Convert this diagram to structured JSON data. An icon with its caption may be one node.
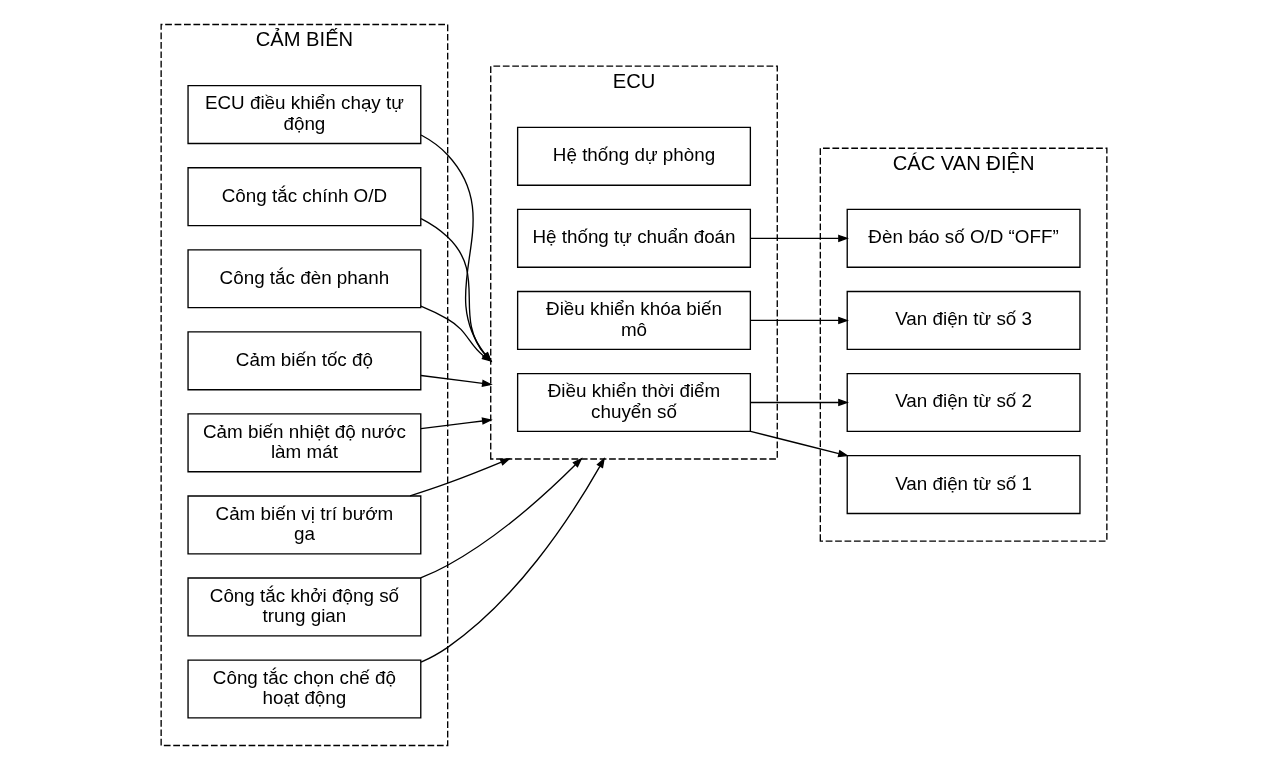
{
  "diagram": {
    "nodes": [
      {
        "text": [
          "CẢM BIẾN"
        ]
      },
      {
        "text": [
          "Công tắc chọn chế độ hoạt động"
        ],
        "in": 0
      },
      {
        "text": [
          "Công tắc khởi động số trung gian"
        ],
        "in": 0
      },
      {
        "text": [
          "Cảm biến vị trí bướm ga"
        ],
        "in": 0
      },
      {
        "text": [
          "Cảm biến nhiệt độ nước làm mát"
        ],
        "in": 0
      },
      {
        "text": [
          "Cảm biến tốc độ"
        ],
        "in": 0
      },
      {
        "text": [
          "Công tắc đèn phanh"
        ],
        "in": 0
      },
      {
        "text": [
          "Công tắc chính O/D"
        ],
        "in": 0
      },
      {
        "text": [
          "ECU điều khiển chạy tự động"
        ],
        "in": 0
      },
      {
        "text": [
          "ECU"
        ]
      },
      {
        "text": [
          "Điều khiển thời điểm chuyển số"
        ],
        "in": 9
      },
      {
        "text": [
          "Điều khiển khóa biến mô"
        ],
        "in": 9
      },
      {
        "text": [
          "Hệ thống tự chuẩn đoán"
        ],
        "in": 9
      },
      {
        "text": [
          "Hệ thống dự phòng"
        ],
        "in": 9
      },
      {
        "text": [
          "CÁC VAN ĐIỆN"
        ]
      },
      {
        "text": [
          "Van điện từ số 1"
        ],
        "in": 14
      },
      {
        "text": [
          "Van điện từ số 2"
        ],
        "in": 14
      },
      {
        "text": [
          "Van điện từ số 3"
        ],
        "in": 14
      },
      {
        "text": [
          "Đèn báo số O/D “OFF”"
        ],
        "in": 14
      }
    ],
    "edges": [
      {
        "from": 1,
        "to": 9,
        "arrow": "to"
      },
      {
        "from": 2,
        "to": 9,
        "arrow": "to"
      },
      {
        "from": 3,
        "to": 9,
        "arrow": "to"
      },
      {
        "from": 4,
        "to": 9,
        "arrow": "to"
      },
      {
        "from": 5,
        "to": 9,
        "arrow": "to"
      },
      {
        "from": 6,
        "to": 9,
        "arrow": "to"
      },
      {
        "from": 7,
        "to": 9,
        "arrow": "to"
      },
      {
        "from": 8,
        "to": 9,
        "arrow": "to"
      },
      {
        "from": 10,
        "to": 15,
        "arrow": "to"
      },
      {
        "from": 10,
        "to": 16,
        "arrow": "to"
      },
      {
        "from": 11,
        "to": 17,
        "arrow": "to"
      },
      {
        "from": 12,
        "to": 18,
        "arrow": "to"
      }
    ]
  }
}
